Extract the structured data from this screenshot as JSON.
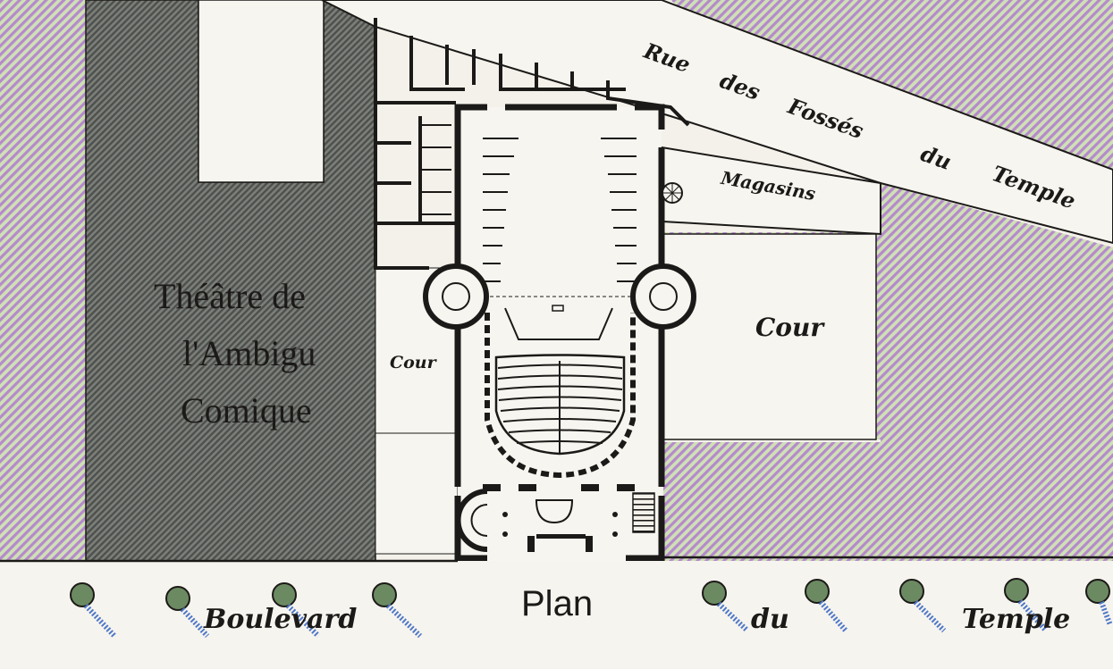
{
  "map": {
    "labels": {
      "street_north": "Rue des Fossés du Temple",
      "street_north_words": [
        "Rue",
        "des",
        "Fossés",
        "du",
        "Temple"
      ],
      "magasins": "Magasins",
      "cour_east": "Cour",
      "cour_west": "Cour",
      "theatre_lines": [
        "Théâtre de",
        "l'Ambigu",
        "Comique"
      ],
      "plan": "Plan",
      "boulevard_words": [
        "Boulevard",
        "du",
        "Temple"
      ]
    },
    "colors": {
      "paper": "#f4f1ea",
      "ink": "#1c1a18",
      "purple_hatch": "#b98fc8",
      "green_wash": "#c9dcb0",
      "grey_block": "#5f625e",
      "tree_green": "#4f6d4a",
      "tree_blue": "#4f78c8"
    }
  }
}
